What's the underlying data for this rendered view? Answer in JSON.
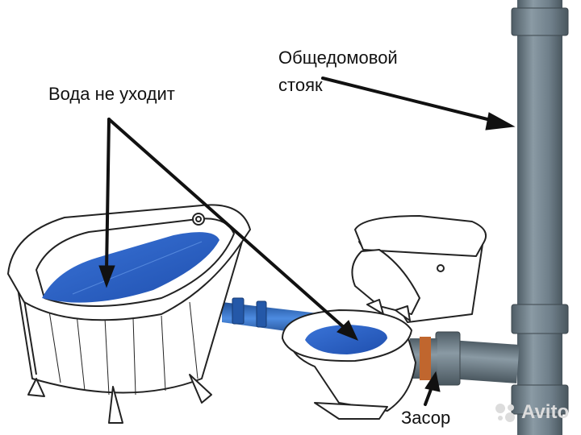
{
  "labels": {
    "water_not_draining": "Вода не уходит",
    "riser_line1": "Общедомовой",
    "riser_line2": "стояк",
    "clog": "Засор"
  },
  "watermark": {
    "text": "Avito",
    "icon": "avito-dots-icon"
  },
  "colors": {
    "water": "#2f63c9",
    "pipe_gray": "#6f7f8a",
    "pipe_blue": "#2d6cc0",
    "clog_ring": "#c0662e",
    "arrow": "#111111"
  }
}
